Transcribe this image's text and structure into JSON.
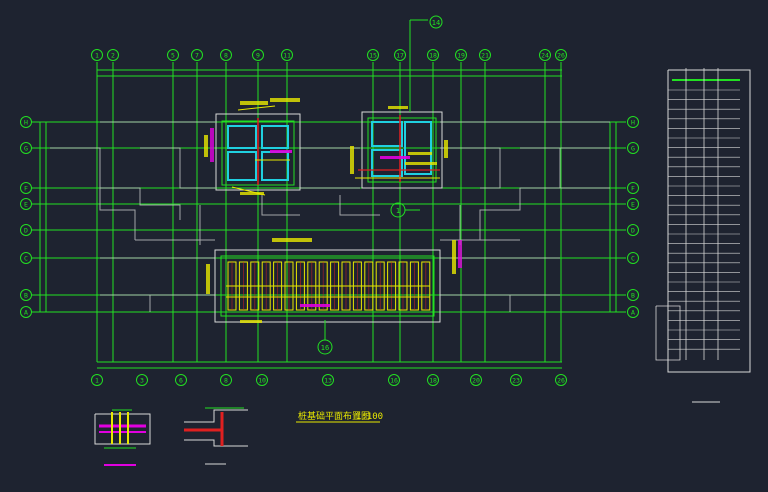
{
  "drawing": {
    "caption": "桩基础平面布置图",
    "scale": "1:100"
  },
  "grid": {
    "top_axes": [
      "1",
      "2",
      "5",
      "7",
      "8",
      "9",
      "11",
      "15",
      "17",
      "18",
      "19",
      "21",
      "24",
      "26"
    ],
    "bottom_axes": [
      "1",
      "3",
      "6",
      "8",
      "10",
      "13",
      "16",
      "18",
      "20",
      "23",
      "26"
    ],
    "row_axes": [
      "H",
      "G",
      "F",
      "E",
      "D",
      "C",
      "B",
      "A"
    ]
  },
  "callouts": {
    "top_right": "14",
    "detail_mid": "1",
    "detail_bottom": "16"
  },
  "colors": {
    "background": "#1e2330",
    "grid_green": "#22e022",
    "wall_white": "#d8d8d8",
    "rebar_yellow": "#e8e800",
    "magenta": "#e000e0",
    "red": "#e02020",
    "cyan": "#20d0e0"
  }
}
